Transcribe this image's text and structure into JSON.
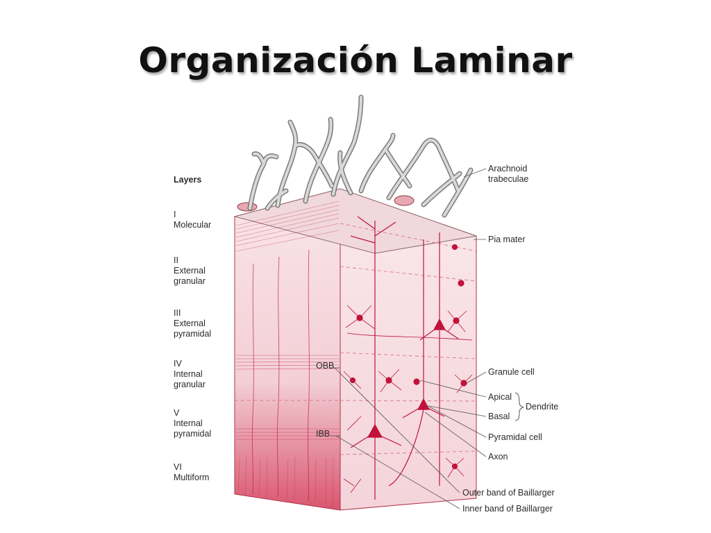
{
  "title": "Organización Laminar",
  "layers_heading": "Layers",
  "layers": [
    {
      "numeral": "I",
      "name_lines": [
        "Molecular"
      ]
    },
    {
      "numeral": "II",
      "name_lines": [
        "External",
        "granular"
      ]
    },
    {
      "numeral": "III",
      "name_lines": [
        "External",
        "pyramidal"
      ]
    },
    {
      "numeral": "IV",
      "name_lines": [
        "Internal",
        "granular"
      ]
    },
    {
      "numeral": "V",
      "name_lines": [
        "Internal",
        "pyramidal"
      ]
    },
    {
      "numeral": "VI",
      "name_lines": [
        "Multiform"
      ]
    }
  ],
  "labels": {
    "arachnoid_line1": "Arachnoid",
    "arachnoid_line2": "trabeculae",
    "pia_mater": "Pia mater",
    "granule_cell": "Granule cell",
    "apical": "Apical",
    "basal": "Basal",
    "dendrite": "Dendrite",
    "pyramidal_cell": "Pyramidal cell",
    "axon": "Axon",
    "outer_band": "Outer band of Baillarger",
    "inner_band": "Inner band of Baillarger",
    "obb": "OBB",
    "ibb": "IBB"
  },
  "colors": {
    "tissue": "#f7e1e4",
    "tissue_side": "#f3d3d8",
    "ink": "#c0123a",
    "trabeculae_fill": "#d9d9d9",
    "trabeculae_stroke": "#7a7a7a"
  }
}
